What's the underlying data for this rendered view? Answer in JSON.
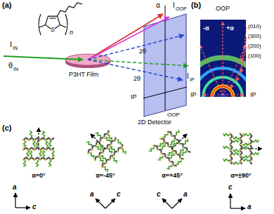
{
  "diagram": {
    "labels": [
      "(a)",
      "I",
      "IN",
      "θ",
      "IN",
      "α",
      "I",
      "OOP",
      "I",
      "IP",
      "2θ",
      "2θ",
      "P3HT Film",
      "IP",
      "OOP",
      "2D Detector",
      "S",
      "n",
      "(b)",
      "OOP",
      "-α",
      "+α",
      "(010)",
      "(300)",
      "(200)",
      "(100)",
      "IP",
      "IP",
      "(c)",
      "α=0°",
      "α=-45°",
      "α=+45°",
      "α=±90°",
      "a",
      "c",
      "a",
      "c",
      "c",
      "a",
      "c",
      "a"
    ]
  }
}
